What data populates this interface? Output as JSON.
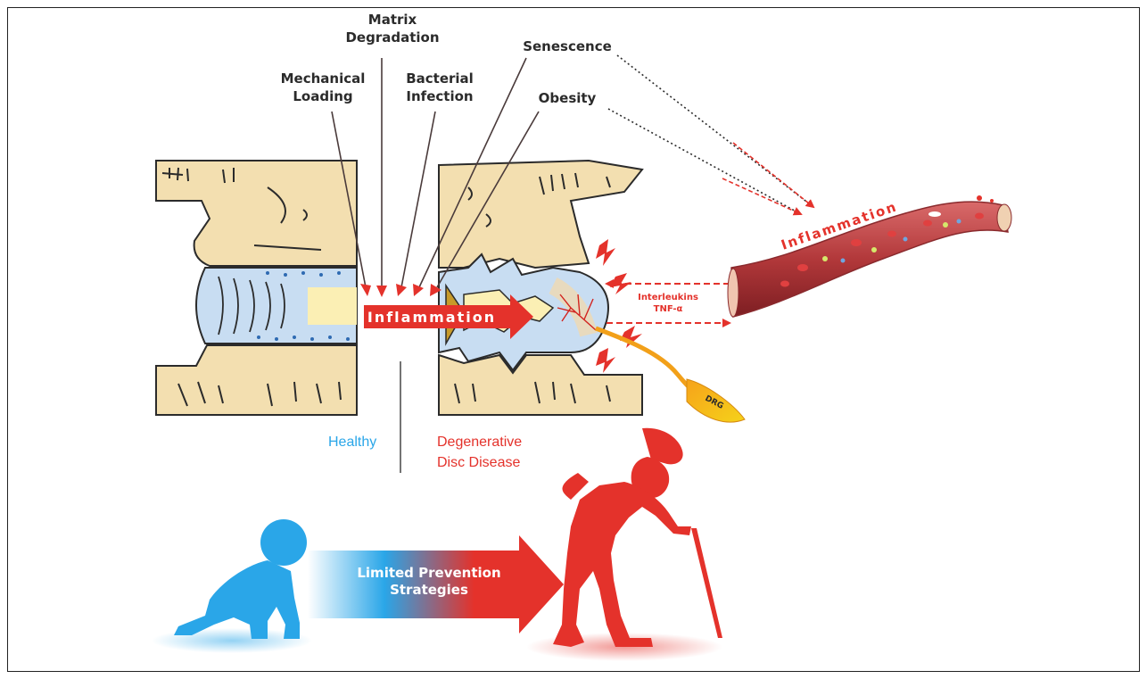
{
  "factors": {
    "matrix": [
      "Matrix",
      "Degradation"
    ],
    "mechanical": [
      "Mechanical",
      "Loading"
    ],
    "bacterial": [
      "Bacterial",
      "Infection"
    ],
    "senescence": "Senescence",
    "obesity": "Obesity"
  },
  "center_arrow_label": "Inflammation",
  "vessel_label": "Inflammation",
  "cytokines": [
    "Interleukins",
    "TNF-α"
  ],
  "drg_label": "DRG",
  "healthy_label": "Healthy",
  "disease_label": [
    "Degenerative",
    "Disc Disease"
  ],
  "prevention_label": [
    "Limited Prevention",
    "Strategies"
  ],
  "colors": {
    "red": "#e4322b",
    "blue": "#2aa6e8",
    "bone": "#f3dfb0",
    "disc": "#c8ddf2",
    "nucleus": "#fbefb4",
    "vessel": "#b2383a"
  }
}
